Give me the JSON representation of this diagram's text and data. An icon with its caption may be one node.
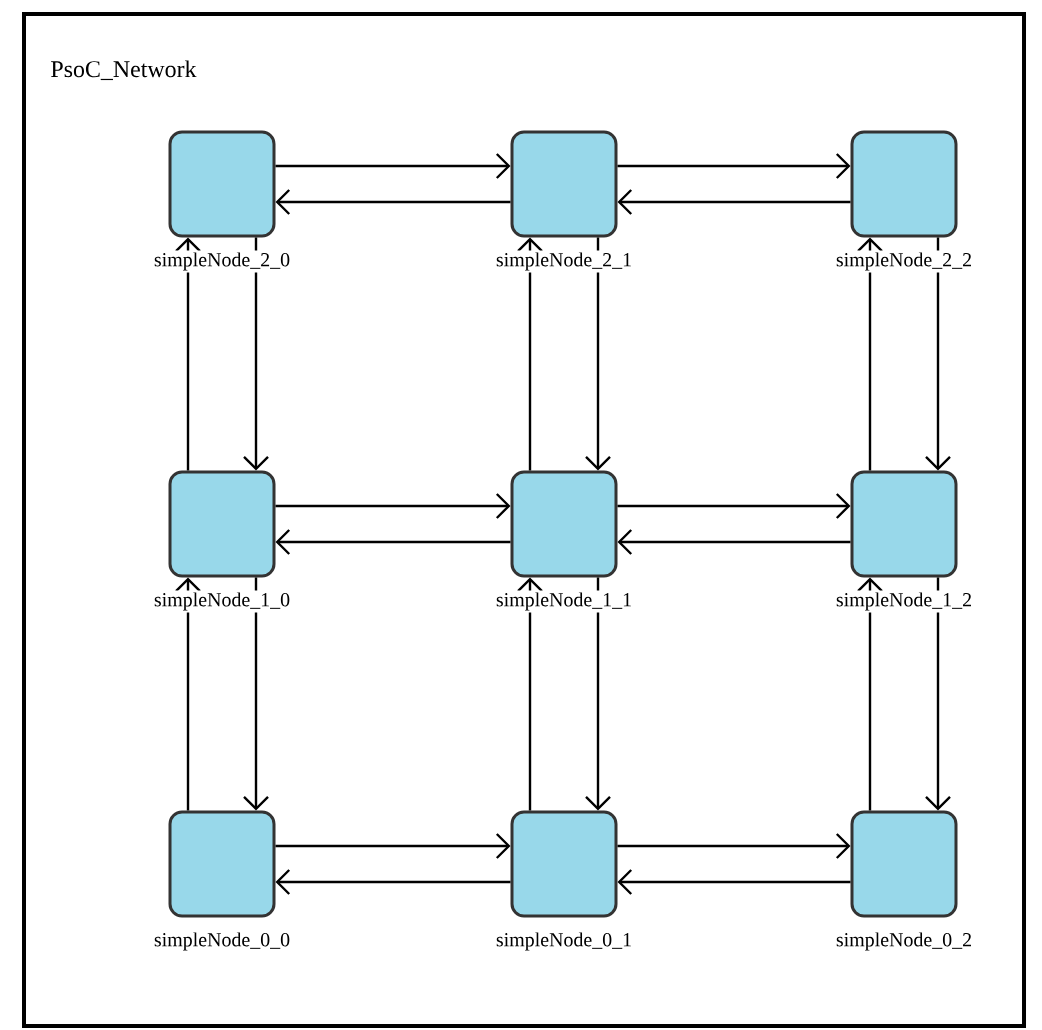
{
  "diagram": {
    "nodes": [
      {
        "text": [
          "PsoC_Network"
        ]
      },
      {
        "text": [],
        "shape": "box",
        "in": 0,
        "beside": [
          "simpleNode_2_0"
        ]
      },
      {
        "text": [],
        "shape": "box",
        "in": 0,
        "beside": [
          "simpleNode_2_1"
        ]
      },
      {
        "text": [],
        "shape": "box",
        "in": 0,
        "beside": [
          "simpleNode_2_2"
        ]
      },
      {
        "text": [],
        "shape": "box",
        "in": 0,
        "beside": [
          "simpleNode_1_0"
        ]
      },
      {
        "text": [],
        "shape": "box",
        "in": 0,
        "beside": [
          "simpleNode_1_1"
        ]
      },
      {
        "text": [],
        "shape": "box",
        "in": 0,
        "beside": [
          "simpleNode_1_2"
        ]
      },
      {
        "text": [],
        "shape": "box",
        "in": 0,
        "beside": [
          "simpleNode_0_0"
        ]
      },
      {
        "text": [],
        "shape": "box",
        "in": 0,
        "beside": [
          "simpleNode_0_1"
        ]
      },
      {
        "text": [],
        "shape": "box",
        "in": 0,
        "beside": [
          "simpleNode_0_2"
        ]
      }
    ],
    "edges": [
      {
        "from": 1,
        "to": 2,
        "arrow": "to"
      },
      {
        "from": 2,
        "to": 1,
        "arrow": "to"
      },
      {
        "from": 2,
        "to": 3,
        "arrow": "to"
      },
      {
        "from": 3,
        "to": 2,
        "arrow": "to"
      },
      {
        "from": 4,
        "to": 5,
        "arrow": "to"
      },
      {
        "from": 5,
        "to": 4,
        "arrow": "to"
      },
      {
        "from": 5,
        "to": 6,
        "arrow": "to"
      },
      {
        "from": 6,
        "to": 5,
        "arrow": "to"
      },
      {
        "from": 7,
        "to": 8,
        "arrow": "to"
      },
      {
        "from": 8,
        "to": 7,
        "arrow": "to"
      },
      {
        "from": 8,
        "to": 9,
        "arrow": "to"
      },
      {
        "from": 9,
        "to": 8,
        "arrow": "to"
      },
      {
        "from": 4,
        "to": 1,
        "arrow": "to"
      },
      {
        "from": 1,
        "to": 4,
        "arrow": "to"
      },
      {
        "from": 5,
        "to": 2,
        "arrow": "to"
      },
      {
        "from": 2,
        "to": 5,
        "arrow": "to"
      },
      {
        "from": 6,
        "to": 3,
        "arrow": "to"
      },
      {
        "from": 3,
        "to": 6,
        "arrow": "to"
      },
      {
        "from": 7,
        "to": 4,
        "arrow": "to"
      },
      {
        "from": 4,
        "to": 7,
        "arrow": "to"
      },
      {
        "from": 8,
        "to": 5,
        "arrow": "to"
      },
      {
        "from": 5,
        "to": 8,
        "arrow": "to"
      },
      {
        "from": 9,
        "to": 6,
        "arrow": "to"
      },
      {
        "from": 6,
        "to": 9,
        "arrow": "to"
      }
    ]
  }
}
